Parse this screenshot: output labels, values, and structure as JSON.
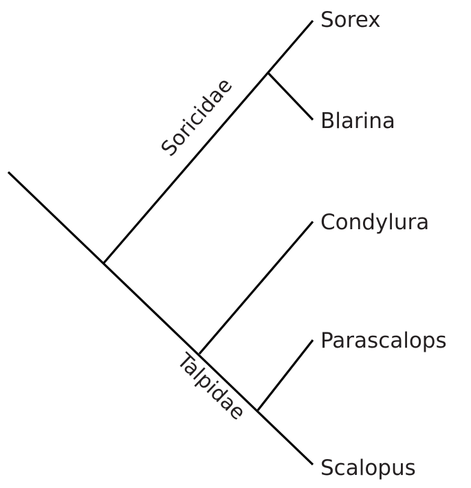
{
  "diagram": {
    "type": "cladogram",
    "taxa": [
      "Sorex",
      "Blarina",
      "Condylura",
      "Parascalops",
      "Scalopus"
    ],
    "clades": {
      "soricidae": "Soricidae",
      "talpidae": "Talpidae"
    },
    "colors": {
      "line": "#000000",
      "text": "#231f20",
      "background": "#ffffff"
    }
  }
}
